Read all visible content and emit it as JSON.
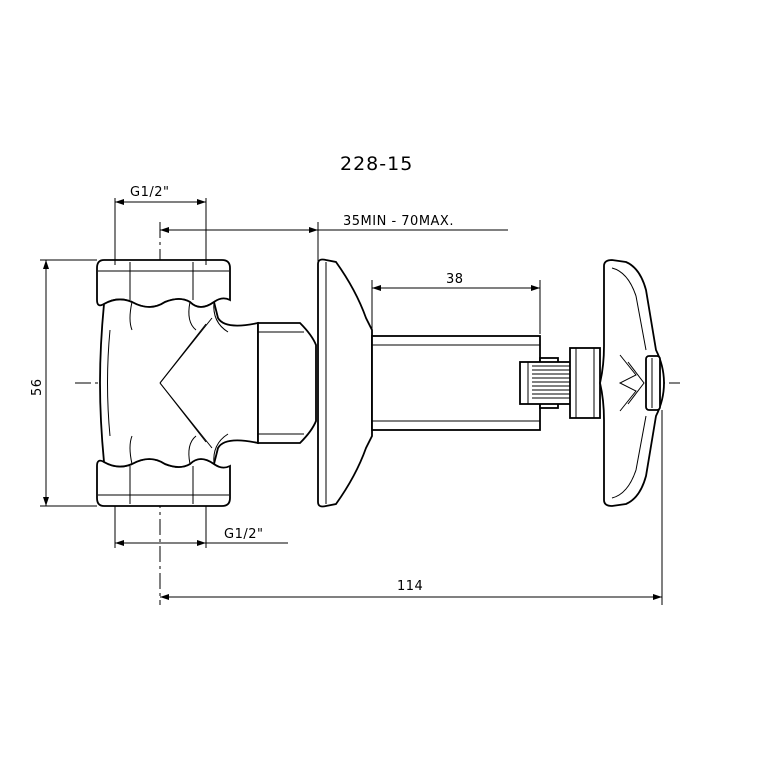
{
  "drawing": {
    "title": "228-15",
    "dimensions": {
      "inlet_thread_top": "G1/2\"",
      "inlet_thread_bottom": "G1/2\"",
      "wall_depth": "35MIN - 70MAX.",
      "stem_length": "38",
      "height": "56",
      "total_length": "114"
    }
  }
}
